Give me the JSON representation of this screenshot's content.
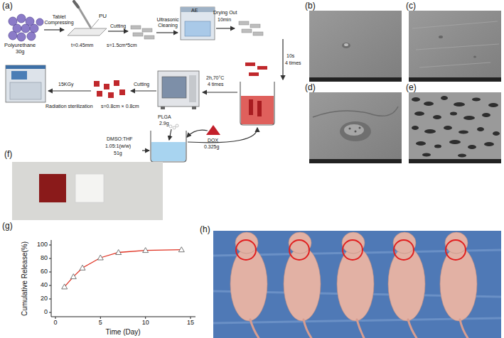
{
  "diagram": {
    "nodes": [
      {
        "text": [
          "(b)"
        ]
      },
      {
        "text": [
          "(c)"
        ]
      },
      {
        "text": [
          "(d)"
        ]
      },
      {
        "text": [
          "(e)"
        ]
      },
      {
        "text": [
          "(f)"
        ]
      },
      {
        "text": [
          "(h)"
        ]
      }
    ],
    "labels": [
      "(a)",
      "Polyurethane",
      "30g",
      "Tablet Compressing",
      "PU",
      "t=0.45mm",
      "Cutting",
      "s=1.5cm*5cm",
      "Ultrasonic Cleaning",
      "AE",
      "Drying Out",
      "10min",
      "10s",
      "4 times",
      "2h,70°C",
      "4 times",
      "Cutting",
      "15KGy",
      "Radiation sterilization",
      "s=0.8cm × 0.8cm",
      "PLGA",
      "2.9g",
      "DOX",
      "0.325g",
      "DMSO:THF",
      "1.05:1(w/w)",
      "51g",
      "(g)",
      "0",
      "20",
      "40",
      "60",
      "80",
      "100",
      "0",
      "5",
      "10",
      "15",
      "Cumulative Release(%)",
      "Time (Day)"
    ]
  }
}
